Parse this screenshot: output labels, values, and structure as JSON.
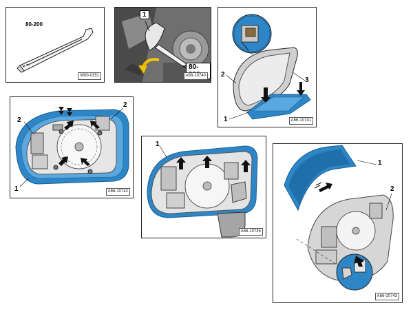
{
  "panels": [
    {
      "id": "tool",
      "figure_id": "W00-0351",
      "tool_label": "80-200"
    },
    {
      "id": "removal",
      "figure_id": "A66-10740",
      "callouts": [
        "1",
        "80-200"
      ]
    },
    {
      "id": "glass-back",
      "figure_id": "A66-10741",
      "callouts": [
        "2",
        "3",
        "1"
      ]
    },
    {
      "id": "housing-front",
      "figure_id": "A66-10742",
      "callouts": [
        "2",
        "2",
        "1"
      ]
    },
    {
      "id": "housing-rear",
      "figure_id": "A66-10745",
      "callouts": [
        "1"
      ]
    },
    {
      "id": "cover-exploded",
      "figure_id": "A66-10743",
      "callouts": [
        "1",
        "2"
      ]
    }
  ],
  "colors": {
    "mirror_blue": "#2e86c6",
    "mirror_blue_dark": "#1b5f93",
    "arrow_yellow": "#f5c400",
    "line": "#222222",
    "metal_gray": "#b9b9b9"
  }
}
